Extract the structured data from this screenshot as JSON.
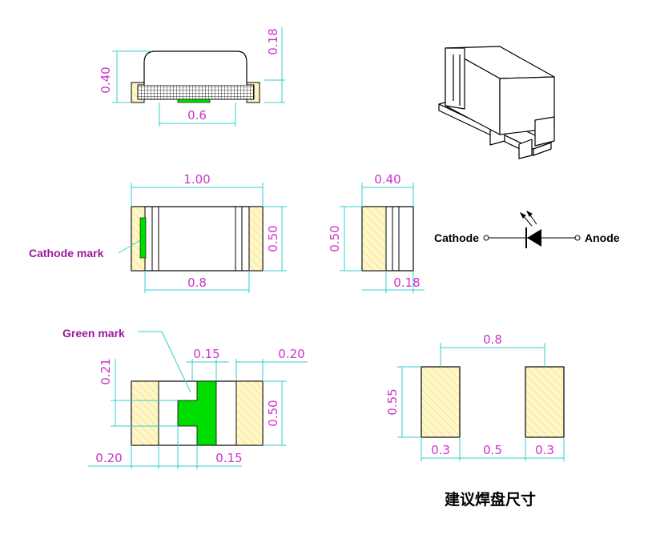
{
  "colors": {
    "dimension_text": "#cc33cc",
    "dimension_line": "#33cccc",
    "outline": "#000000",
    "terminal_fill": "#fff7c8",
    "terminal_hatch": "#e8d26a",
    "green_mark": "#00dd00",
    "label_purple": "#9a1a9a"
  },
  "side_view": {
    "height": "0.40",
    "top_clearance": "0.18",
    "pad_width": "0.6"
  },
  "top_view": {
    "length": "1.00",
    "width": "0.50",
    "inner_length": "0.8",
    "cathode_label": "Cathode mark"
  },
  "end_view": {
    "width": "0.40",
    "height": "0.50",
    "terminal": "0.18"
  },
  "symbol": {
    "cathode": "Cathode",
    "anode": "Anode"
  },
  "bottom_view": {
    "green_label": "Green mark",
    "dim_021": "0.21",
    "dim_015_top": "0.15",
    "dim_020_right": "0.20",
    "dim_050": "0.50",
    "dim_020_left": "0.20",
    "dim_015_bottom": "0.15"
  },
  "pad_layout": {
    "span": "0.8",
    "height": "0.55",
    "pad_left": "0.3",
    "gap": "0.5",
    "pad_right": "0.3",
    "caption": "建议焊盘尺寸"
  }
}
